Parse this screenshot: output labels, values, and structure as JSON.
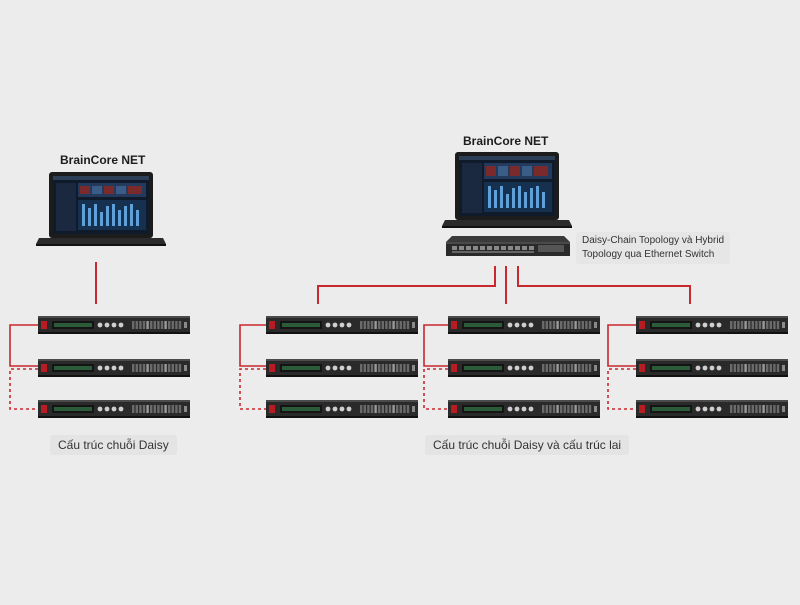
{
  "left_panel": {
    "software_label": "BrainCore NET",
    "caption": "Cấu trúc chuỗi Daisy"
  },
  "right_panel": {
    "software_label": "BrainCore NET",
    "caption": "Cấu trúc chuỗi Daisy và cấu trúc lai",
    "switch_note_line1": "Daisy-Chain Topology và Hybrid",
    "switch_note_line2": "Topology qua Ethernet Switch"
  },
  "colors": {
    "background": "#ececec",
    "link": "#c8282e",
    "device_body": "#2a2a2a",
    "laptop_frame": "#1c1c1c",
    "screen_bg": "#0f1a2b"
  }
}
